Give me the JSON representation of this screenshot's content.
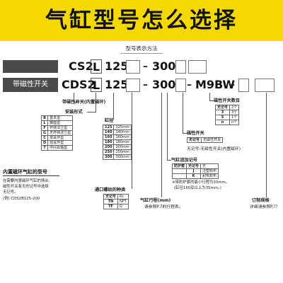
{
  "banner": {
    "title": "气缸型号怎么选择",
    "bg": "#f5d800"
  },
  "subtitle": "型号表示方法",
  "row1": {
    "series": "CS2",
    "mount": "L",
    "bore": "125",
    "stroke": "300"
  },
  "row2": {
    "label": "带磁性开关",
    "series": "CDS2",
    "mount": "L",
    "bore": "125",
    "stroke": "300",
    "switch": "M9BW"
  },
  "labels": {
    "magnet": "带磁性开关(内置磁环)",
    "mount": "安装形式",
    "bore": "缸径",
    "port": "通口螺纹的种类",
    "stroke": "气缸行程(mm)",
    "stroke_note": "请参照P.7的行程表。",
    "suffix": "气缸追加记号",
    "switch": "磁性开关",
    "switch_note": "无记号:无磁性开关(内置磁环)",
    "count": "磁性开关数目",
    "order": "订制规格",
    "order_note": "详细请参照P.??"
  },
  "mount_table": [
    [
      "B",
      "基本型"
    ],
    [
      "L",
      "脚座型"
    ],
    [
      "F",
      "杆侧法兰型"
    ],
    [
      "G",
      "无杆侧法兰型"
    ],
    [
      "C",
      "单耳环型"
    ],
    [
      "D",
      "双耳环型"
    ],
    [
      "T",
      "中间耳轴型"
    ]
  ],
  "bore_table": [
    [
      "125",
      "125mm"
    ],
    [
      "140",
      "140mm"
    ],
    [
      "160",
      "160mm"
    ],
    [
      "180",
      "180mm"
    ],
    [
      "200",
      "200mm"
    ],
    [
      "250",
      "250mm"
    ],
    [
      "300",
      "300mm"
    ]
  ],
  "port_table": [
    [
      "无记号",
      "Rc"
    ],
    [
      "TN",
      "NPT"
    ],
    [
      "TF",
      "G"
    ]
  ],
  "count_table": [
    [
      "无记号",
      "2个"
    ],
    [
      "3",
      "3个"
    ],
    [
      "S",
      "1个"
    ],
    [
      "n",
      "n个"
    ]
  ],
  "suffix_table": [
    [
      "防护套",
      "无记号",
      "无"
    ],
    [
      "",
      "J",
      "注塑软布"
    ],
    [
      "",
      "K",
      "耐热软布"
    ]
  ],
  "suffix_note": [
    "※带防护套的最小行程为30mm。",
    "(缸径160及以上为35mm。)"
  ],
  "left_note": {
    "title": "内置磁环气缸的型号",
    "lines": [
      "在需要内置磁环气缸的场合,",
      "磁性开关有无的记号中选择",
      "无记号。",
      "(例) CDS2B125-200"
    ]
  }
}
